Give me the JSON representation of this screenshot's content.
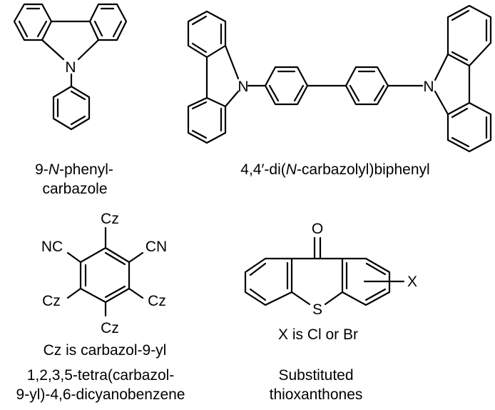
{
  "molecules": {
    "phenylcarbazole": {
      "atom_n": "N",
      "caption_prefix": "9-",
      "caption_italic": "N",
      "caption_suffix": "-phenyl-",
      "caption_line2": "carbazole"
    },
    "cbp": {
      "atom_n_left": "N",
      "atom_n_right": "N",
      "caption_prefix": "4,4′-di(",
      "caption_italic": "N",
      "caption_suffix": "-carbazolyl)biphenyl"
    },
    "tetracarbazolyl": {
      "sub_top": "Cz",
      "sub_upper_left": "NC",
      "sub_upper_right": "CN",
      "sub_lower_left": "Cz",
      "sub_lower_right": "Cz",
      "sub_bottom": "Cz",
      "note": "Cz is carbazol-9-yl",
      "caption_line1": "1,2,3,5-tetra(carbazol-",
      "caption_line2": "9-yl)-4,6-dicyanobenzene"
    },
    "thioxanthone": {
      "atom_o": "O",
      "atom_s": "S",
      "atom_x": "X",
      "note": "X is Cl or Br",
      "caption_line1": "Substituted",
      "caption_line2": "thioxanthones"
    }
  }
}
